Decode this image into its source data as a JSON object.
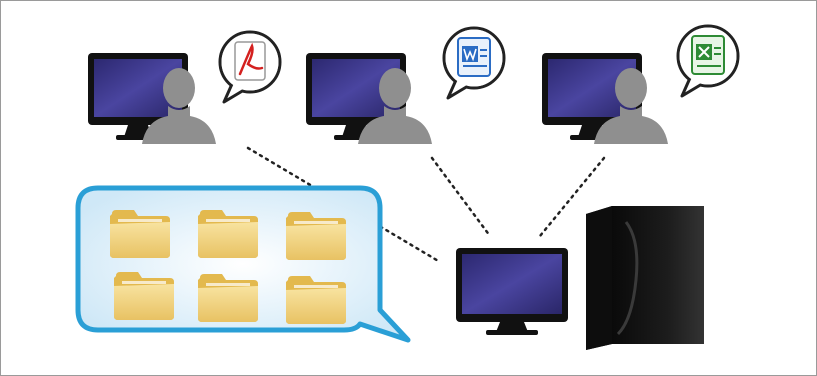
{
  "diagram": {
    "users": [
      {
        "id": "user-1",
        "file_icon": "pdf-icon"
      },
      {
        "id": "user-2",
        "file_icon": "word-document-icon"
      },
      {
        "id": "user-3",
        "file_icon": "excel-spreadsheet-icon"
      }
    ],
    "shared_folders": [
      {
        "icon": "folder-icon"
      },
      {
        "icon": "folder-icon"
      },
      {
        "icon": "folder-icon"
      },
      {
        "icon": "folder-icon"
      },
      {
        "icon": "folder-icon"
      },
      {
        "icon": "folder-icon"
      }
    ],
    "server": {
      "icon": "server-tower-icon",
      "monitor_icon": "server-monitor-icon"
    },
    "colors": {
      "monitor_frame": "#111111",
      "screen": "#3f3a8c",
      "person": "#8f8f8f",
      "bubble_border": "#2a9fd6",
      "bubble_fill": "#dff1fb",
      "folder": "#f2d27a",
      "pdf_accent": "#d4201f",
      "word_accent": "#2b6cc4",
      "excel_accent": "#2e8b35",
      "connector": "#222222"
    }
  }
}
